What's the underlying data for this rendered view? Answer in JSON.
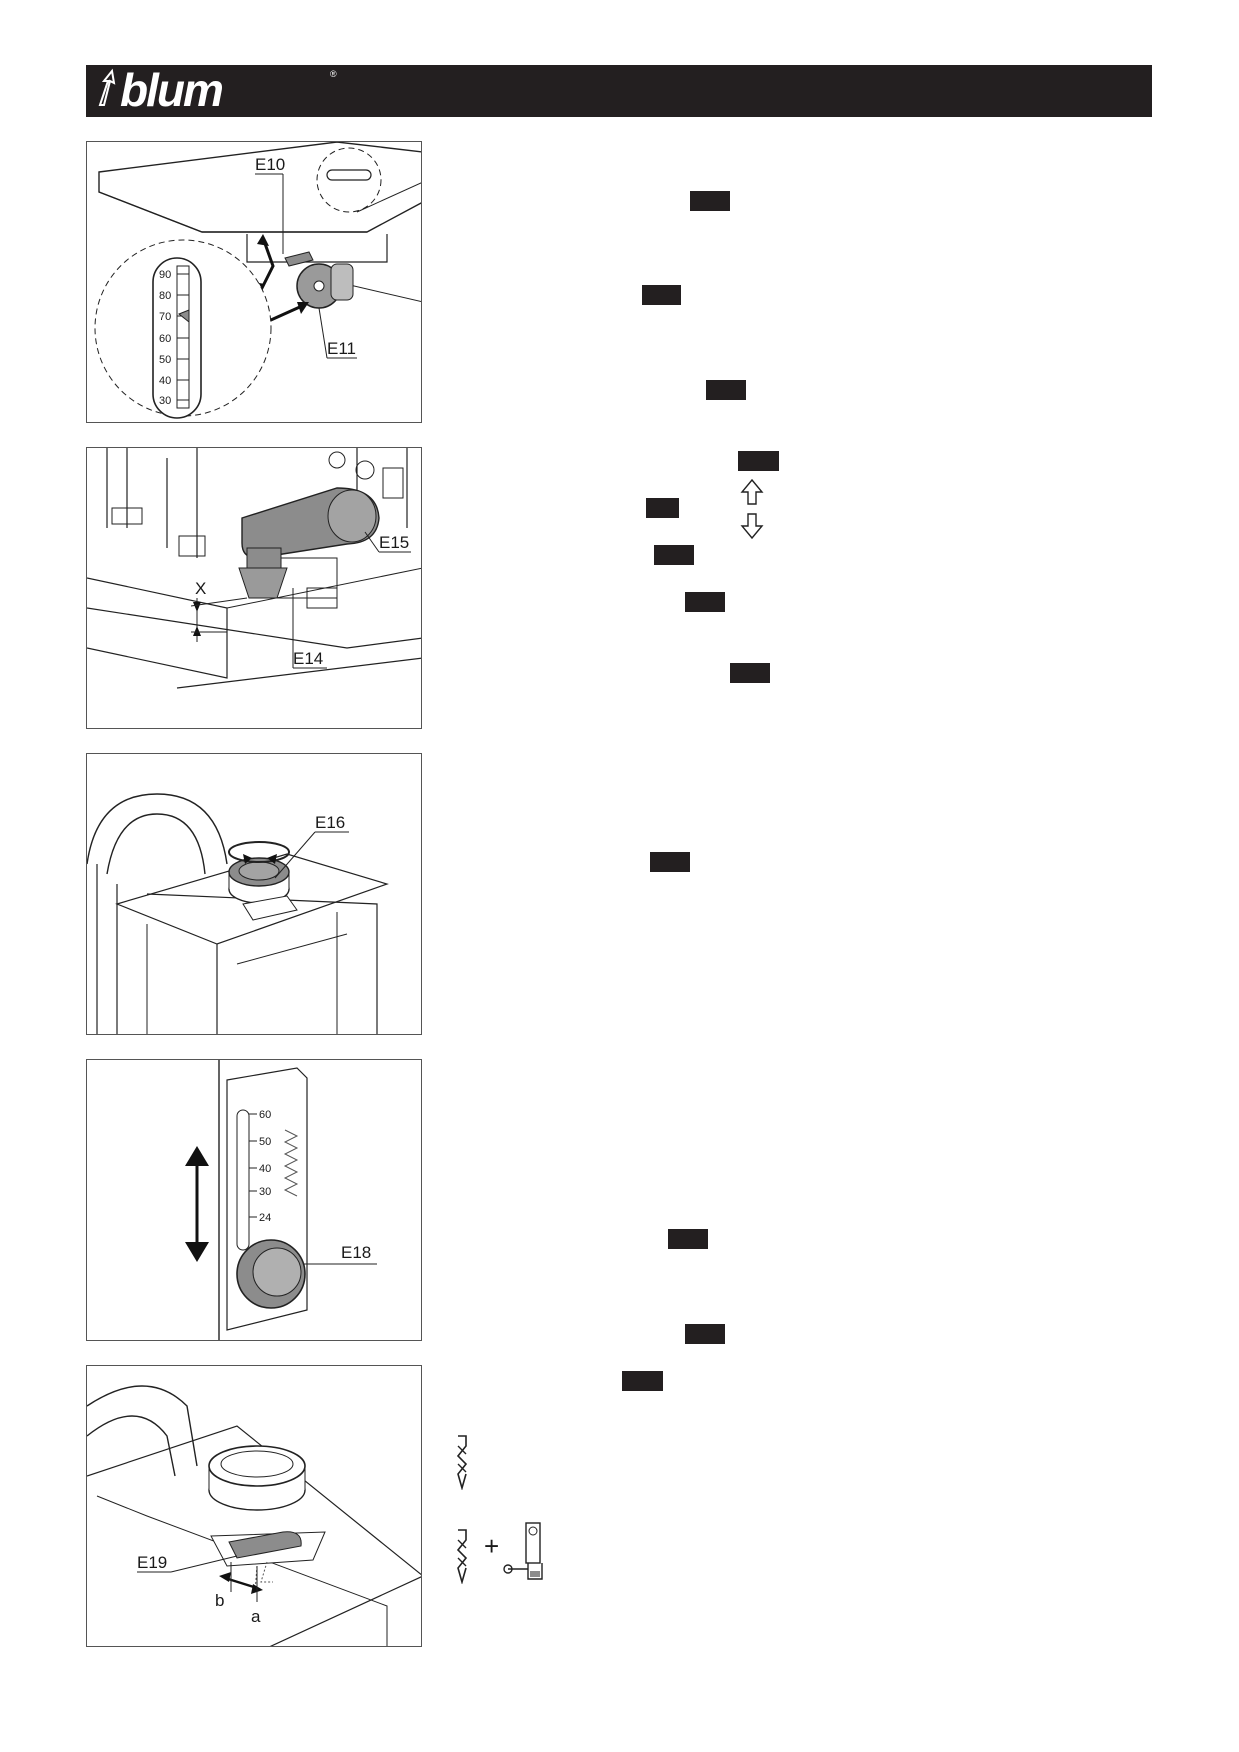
{
  "brand": {
    "name": "blum",
    "registered": "®"
  },
  "figures": [
    {
      "id": "fig1",
      "callouts": [
        "E10",
        "E11"
      ],
      "scale_ticks": [
        "90",
        "80",
        "70",
        "60",
        "50",
        "40",
        "30"
      ]
    },
    {
      "id": "fig2",
      "callouts": [
        "E15",
        "E14",
        "X"
      ]
    },
    {
      "id": "fig3",
      "callouts": [
        "E16"
      ]
    },
    {
      "id": "fig4",
      "callouts": [
        "E18"
      ],
      "scale_ticks": [
        "60",
        "50",
        "40",
        "30",
        "24"
      ]
    },
    {
      "id": "fig5",
      "callouts": [
        "E19",
        "b",
        "a"
      ]
    }
  ],
  "symbols": {
    "plus": "+"
  },
  "colors": {
    "header_bg": "#231f20",
    "ref_box": "#231f20",
    "figure_fill": "#8c8c8c"
  }
}
